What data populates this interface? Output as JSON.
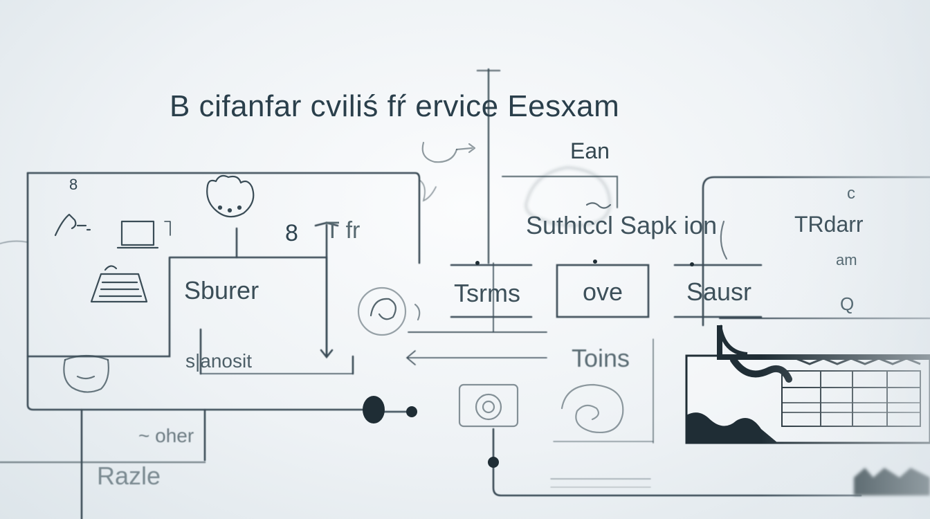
{
  "title": "B cifanfar cviliś fŕ ervice Eesxam",
  "labels": {
    "ean": "Ean",
    "eight_small": "8",
    "eight_large": "8",
    "tfr": "T fr",
    "subtitle": "Suthiccl Sapk ion",
    "trdarr": "TRdarr",
    "c": "c",
    "am": "am",
    "q": "Q",
    "stuner": "Sburer",
    "tsrms": "Tsrms",
    "ove": "ove",
    "sausr": "Sausr",
    "sanosit": "s|anosit",
    "toins": "Toins",
    "other": "~ oher",
    "razle": "Razle"
  },
  "colors": {
    "ink": "#33454f",
    "ink_light": "#8a989e",
    "dark_fill": "#1f2d35",
    "background": "#eef2f5"
  },
  "icons": [
    "person-icon",
    "laptop-icon",
    "document-stack-icon",
    "cloud-icon",
    "face-icon",
    "swirl-icon",
    "camera-icon",
    "spiral-icon",
    "node-dot-icon",
    "chart-panel-icon"
  ]
}
